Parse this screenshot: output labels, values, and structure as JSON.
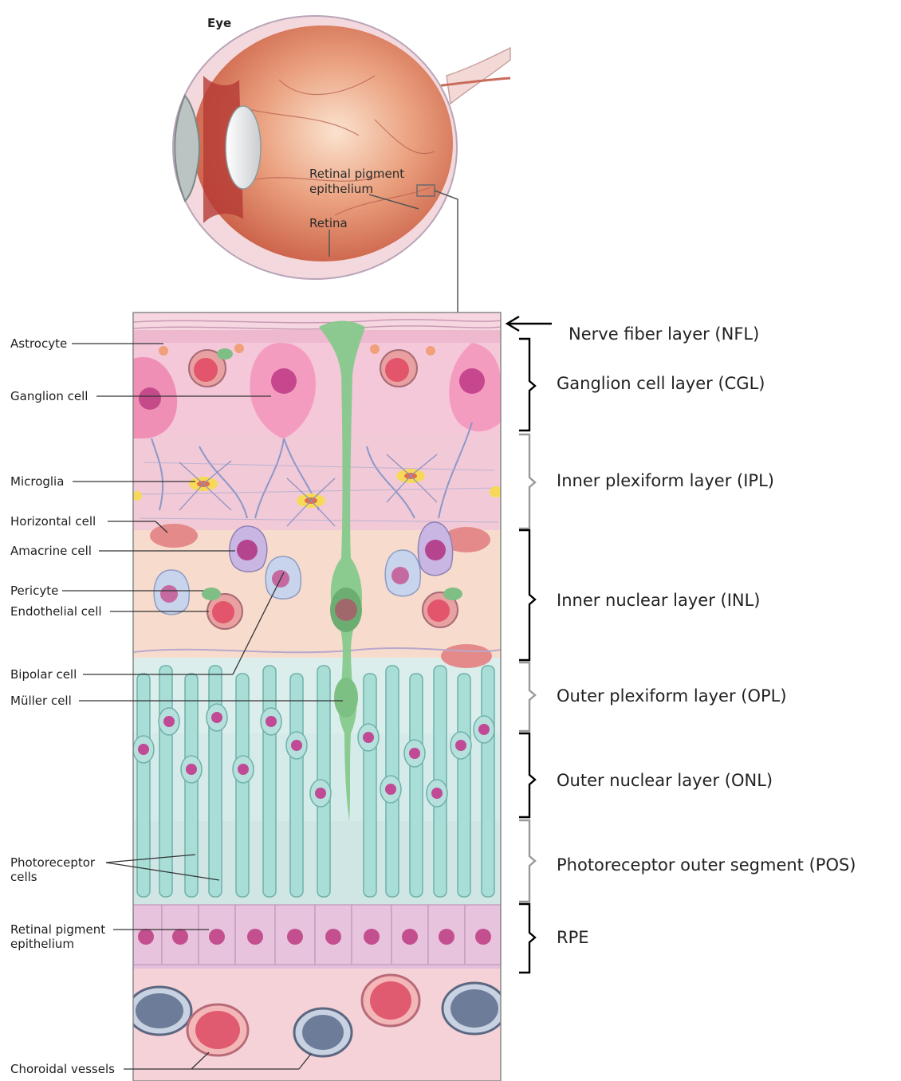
{
  "eye": {
    "title": "Eye",
    "rpe_label": "Retinal pigment epithelium",
    "retina_label": "Retina"
  },
  "cell_labels": [
    {
      "id": "astrocyte",
      "text": "Astrocyte"
    },
    {
      "id": "ganglion-cell",
      "text": "Ganglion cell"
    },
    {
      "id": "microglia",
      "text": "Microglia"
    },
    {
      "id": "horizontal-cell",
      "text": "Horizontal cell"
    },
    {
      "id": "amacrine-cell",
      "text": "Amacrine cell"
    },
    {
      "id": "pericyte",
      "text": "Pericyte"
    },
    {
      "id": "endothelial-cell",
      "text": "Endothelial cell"
    },
    {
      "id": "bipolar-cell",
      "text": "Bipolar cell"
    },
    {
      "id": "muller-cell",
      "text": "Müller cell"
    },
    {
      "id": "photoreceptor-cells",
      "text": "Photoreceptor cells"
    },
    {
      "id": "retinal-pigment-epithelium",
      "text": "Retinal pigment epithelium"
    },
    {
      "id": "choroidal-vessels",
      "text": "Choroidal vessels"
    }
  ],
  "layers": [
    {
      "id": "nfl",
      "text": "Nerve fiber layer (NFL)",
      "marker": "arrow"
    },
    {
      "id": "gcl",
      "text": "Ganglion cell layer (CGL)",
      "marker": "bracket"
    },
    {
      "id": "ipl",
      "text": "Inner plexiform layer (IPL)",
      "marker": "gray-bracket"
    },
    {
      "id": "inl",
      "text": "Inner nuclear layer (INL)",
      "marker": "bracket"
    },
    {
      "id": "opl",
      "text": "Outer plexiform layer (OPL)",
      "marker": "gray-bracket"
    },
    {
      "id": "onl",
      "text": "Outer nuclear layer (ONL)",
      "marker": "bracket"
    },
    {
      "id": "pos",
      "text": "Photoreceptor outer segment (POS)",
      "marker": "gray-bracket"
    },
    {
      "id": "rpe",
      "text": "RPE",
      "marker": "bracket"
    }
  ],
  "colors": {
    "eye_body": "#e08a6a",
    "nfl": "#f1c6d6",
    "gcl": "#f4c8d8",
    "inl": "#f7dccd",
    "onl": "#d7ecea",
    "rpe": "#e2bfdc",
    "choroid": "#f5d2d8",
    "muller_cell": "#86c98c",
    "black_bracket": "#000000",
    "gray_bracket": "#999999"
  }
}
